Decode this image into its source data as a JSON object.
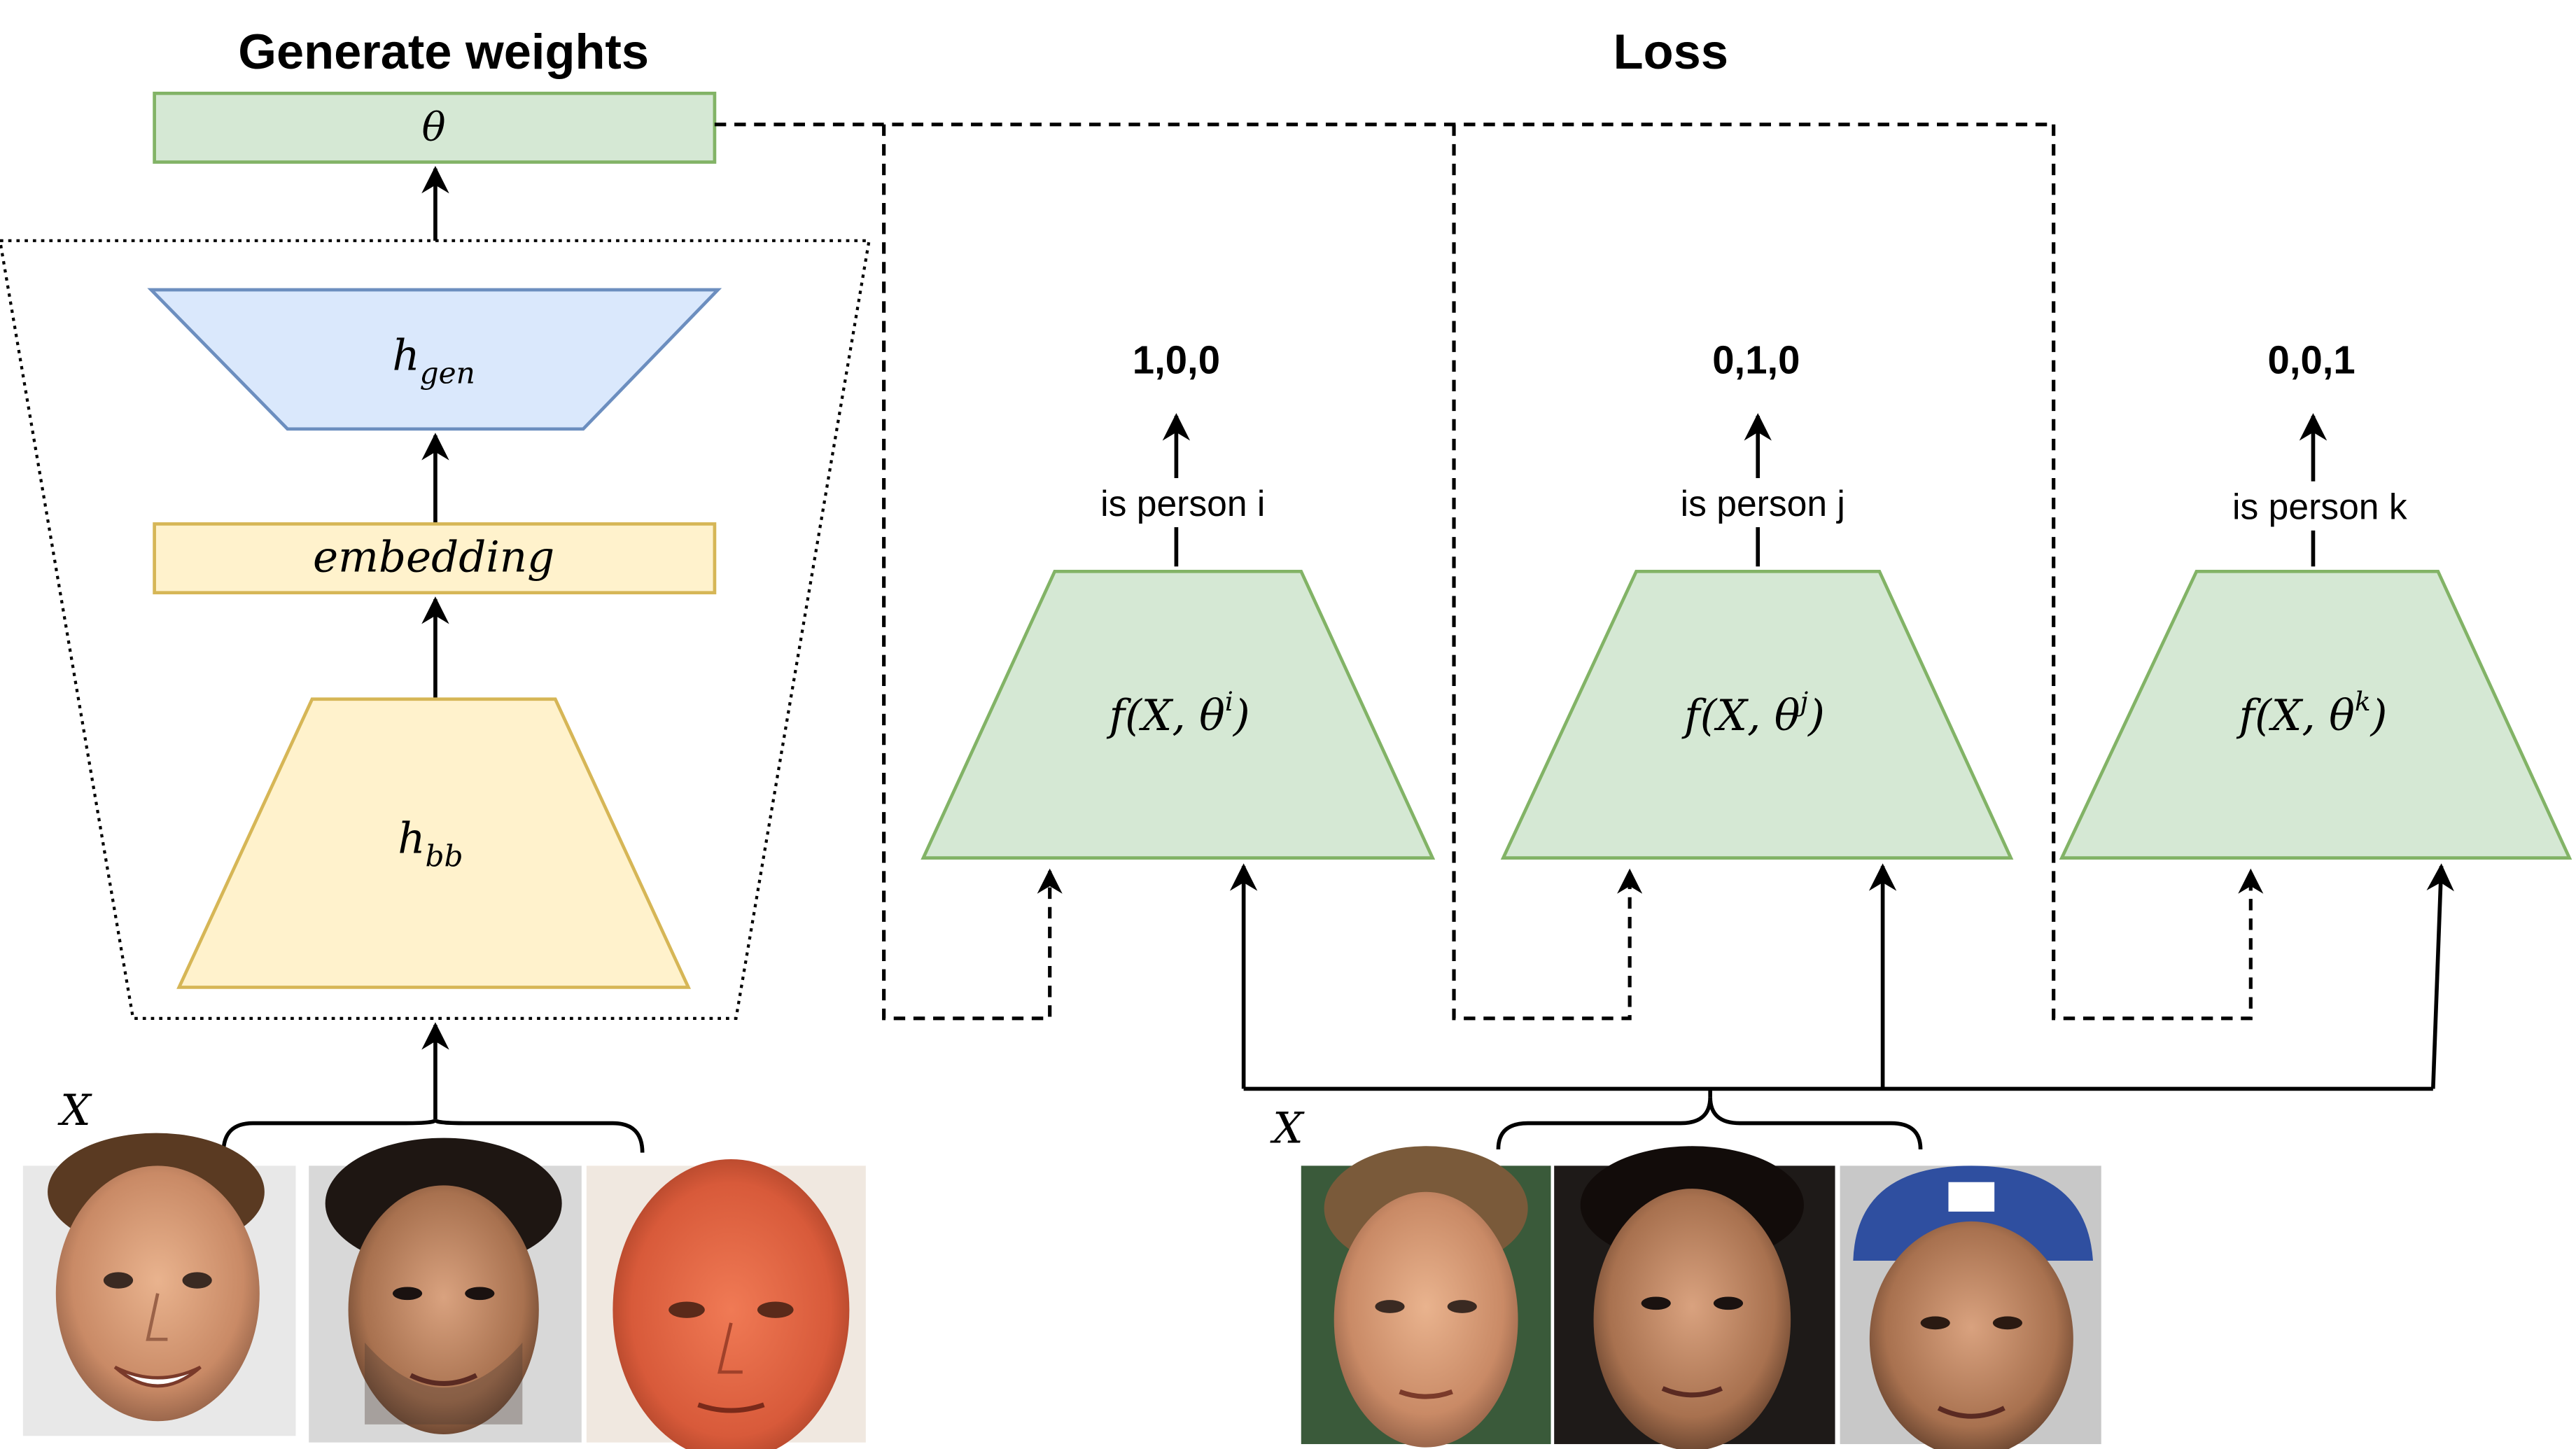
{
  "headers": {
    "left": "Generate weights",
    "right": "Loss"
  },
  "generator": {
    "theta": "θ",
    "h_gen": "h",
    "h_gen_sub": "gen",
    "embedding": "embedding",
    "h_bb": "h",
    "h_bb_sub": "bb",
    "input_label": "X"
  },
  "classifiers": [
    {
      "f_text": "f(X, θ",
      "sup": "i",
      "close": ")",
      "edge_label": "is person i",
      "output": "1,0,0"
    },
    {
      "f_text": "f(X, θ",
      "sup": "j",
      "close": ")",
      "edge_label": "is person j",
      "output": "0,1,0"
    },
    {
      "f_text": "f(X, θ",
      "sup": "k",
      "close": ")",
      "edge_label": "is person k",
      "output": "0,0,1"
    }
  ],
  "loss_input_label": "X",
  "faces": {
    "left": [
      "face-photo-1",
      "face-photo-2",
      "face-photo-3"
    ],
    "right": [
      "face-photo-4",
      "face-photo-5",
      "face-photo-6"
    ]
  },
  "colors": {
    "green_fill": "#d5e8d4",
    "green_stroke": "#82b366",
    "blue_fill": "#dae8fc",
    "blue_stroke": "#6c8ebf",
    "yellow_fill": "#fff2cc",
    "yellow_stroke": "#d6b656"
  }
}
